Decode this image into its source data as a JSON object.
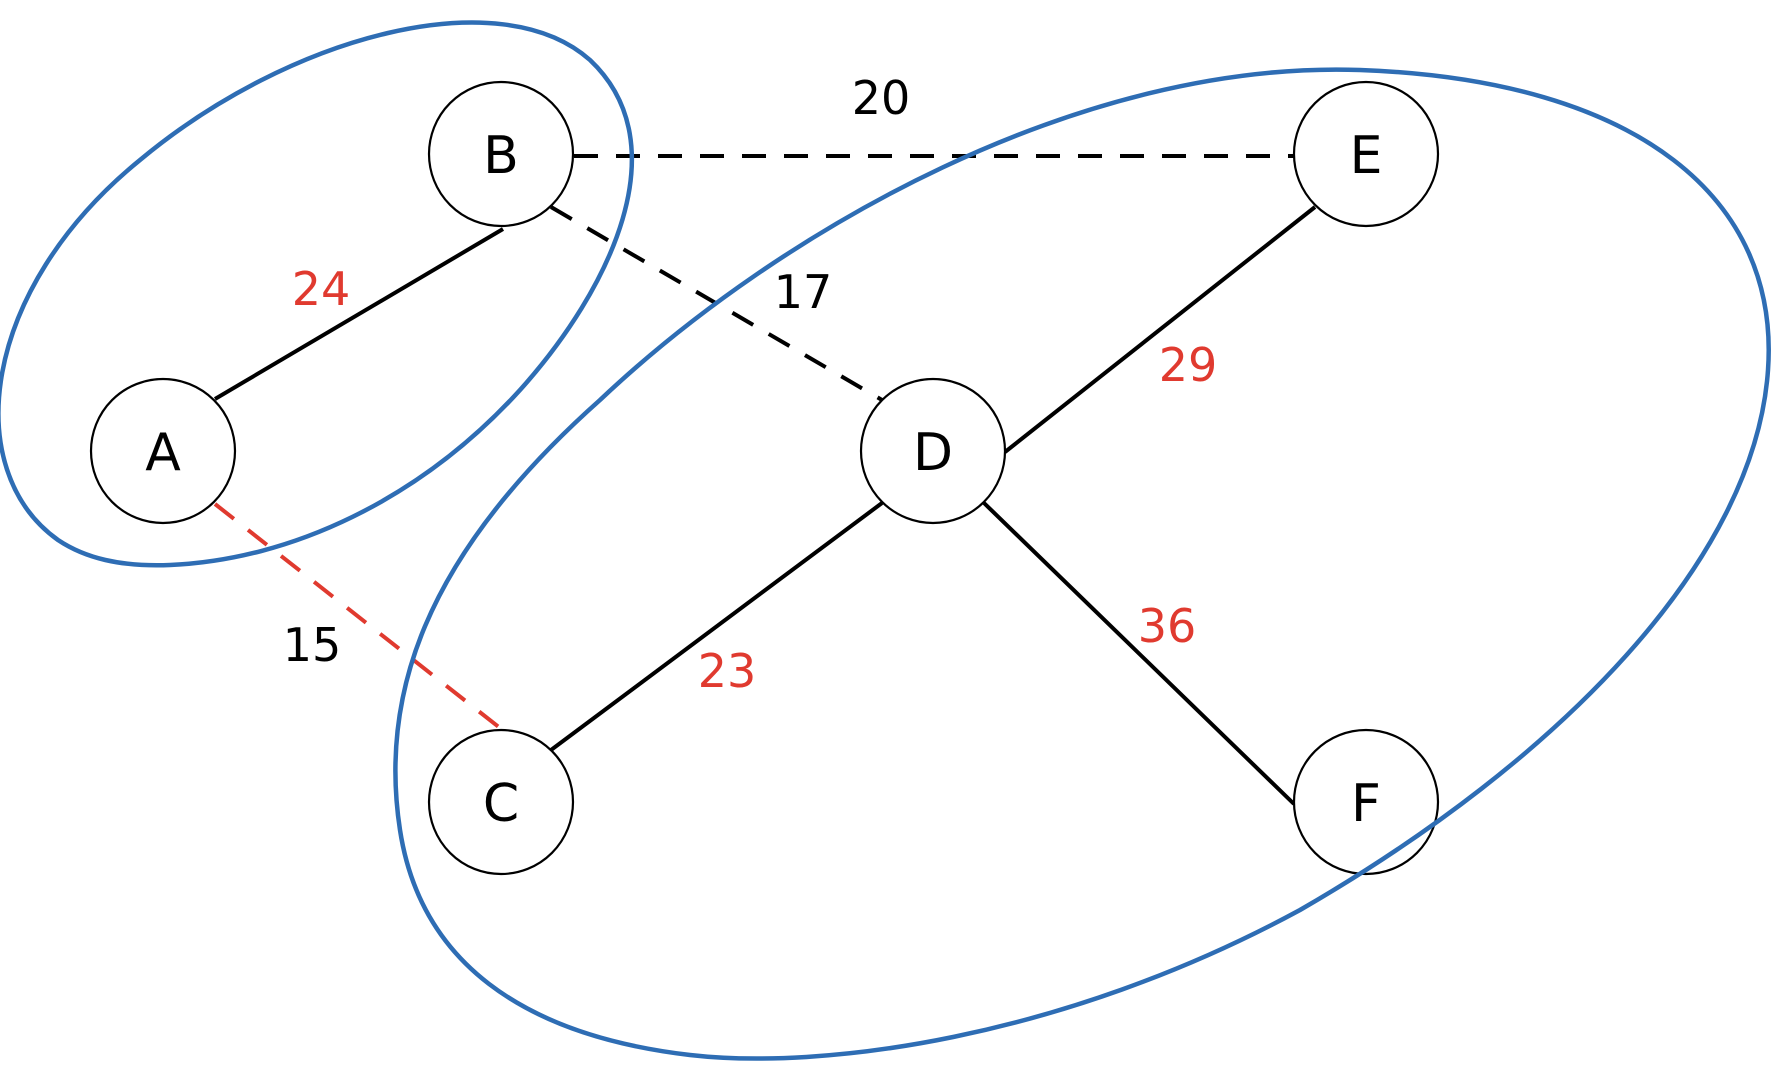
{
  "colors": {
    "tree_edge": "#000000",
    "non_tree_edge": "#000000",
    "highlight": "#e03a2f",
    "cluster_outline": "#2e6db4",
    "node_stroke": "#000000",
    "node_fill": "#ffffff"
  },
  "nodes": [
    {
      "id": "A",
      "label": "A"
    },
    {
      "id": "B",
      "label": "B"
    },
    {
      "id": "C",
      "label": "C"
    },
    {
      "id": "D",
      "label": "D"
    },
    {
      "id": "E",
      "label": "E"
    },
    {
      "id": "F",
      "label": "F"
    }
  ],
  "edges": [
    {
      "id": "A-B",
      "from": "A",
      "to": "B",
      "weight": "24",
      "style": "solid",
      "color": "#000000",
      "label_color": "#e03a2f"
    },
    {
      "id": "B-E",
      "from": "B",
      "to": "E",
      "weight": "20",
      "style": "dashed",
      "color": "#000000",
      "label_color": "#000000"
    },
    {
      "id": "B-D",
      "from": "B",
      "to": "D",
      "weight": "17",
      "style": "dashed",
      "color": "#000000",
      "label_color": "#000000"
    },
    {
      "id": "A-C",
      "from": "A",
      "to": "C",
      "weight": "15",
      "style": "dashed",
      "color": "#e03a2f",
      "label_color": "#000000"
    },
    {
      "id": "C-D",
      "from": "C",
      "to": "D",
      "weight": "23",
      "style": "solid",
      "color": "#000000",
      "label_color": "#e03a2f"
    },
    {
      "id": "D-E",
      "from": "D",
      "to": "E",
      "weight": "29",
      "style": "solid",
      "color": "#000000",
      "label_color": "#e03a2f"
    },
    {
      "id": "D-F",
      "from": "D",
      "to": "F",
      "weight": "36",
      "style": "solid",
      "color": "#000000",
      "label_color": "#e03a2f"
    }
  ],
  "clusters": [
    {
      "id": "cluster-AB",
      "members": [
        "A",
        "B"
      ]
    },
    {
      "id": "cluster-CDEF",
      "members": [
        "C",
        "D",
        "E",
        "F"
      ]
    }
  ]
}
